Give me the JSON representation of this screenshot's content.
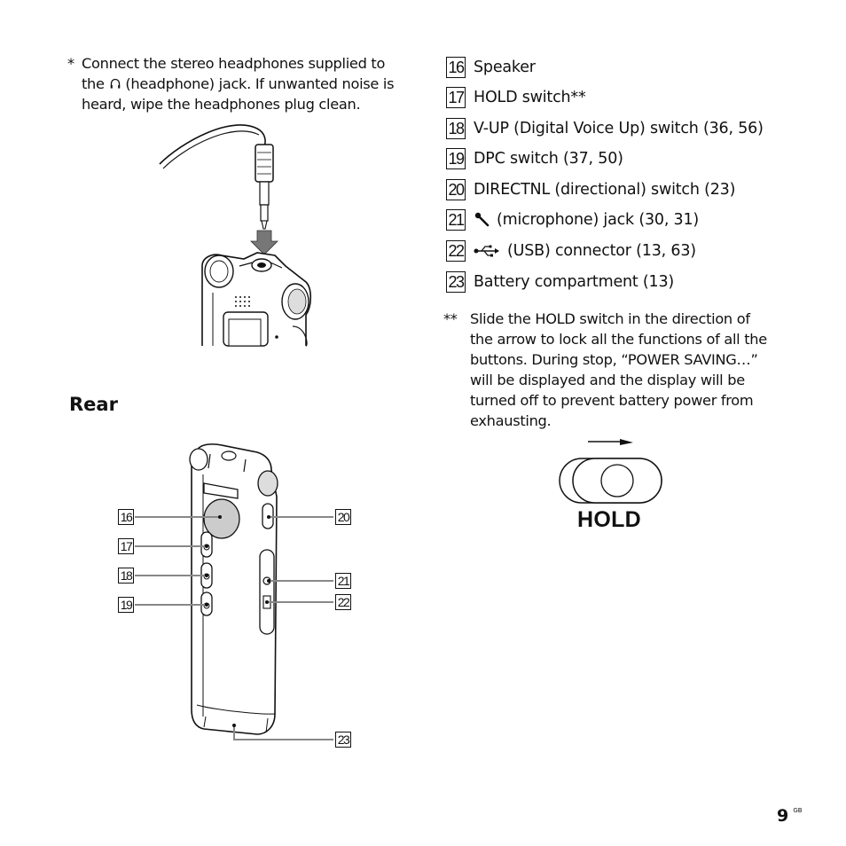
{
  "footnote_headphones": {
    "marker": "*",
    "line1": "Connect the stereo headphones supplied to",
    "line2_pre": "the",
    "line2_post": "(headphone) jack. If unwanted noise is",
    "line3": "heard, wipe the headphones plug clean."
  },
  "rear_heading": "Rear",
  "items": [
    {
      "num": "16",
      "text": "Speaker"
    },
    {
      "num": "17",
      "text": "HOLD switch**"
    },
    {
      "num": "18",
      "text": "V-UP (Digital Voice Up) switch (36, 56)"
    },
    {
      "num": "19",
      "text": "DPC switch (37, 50)"
    },
    {
      "num": "20",
      "text": "DIRECTNL (directional) switch (23)"
    },
    {
      "num": "21",
      "text": "(microphone) jack (30, 31)",
      "icon": "microphone-icon"
    },
    {
      "num": "22",
      "text": "(USB) connector (13, 63)",
      "icon": "usb-icon"
    },
    {
      "num": "23",
      "text": "Battery compartment (13)"
    }
  ],
  "hold_note": {
    "marker": "**",
    "lines": [
      "Slide the HOLD switch in the direction of",
      "the arrow to lock all the functions of all the",
      "buttons. During stop, “POWER SAVING…”",
      "will be displayed and the display will be",
      "turned off to prevent battery power from",
      "exhausting."
    ]
  },
  "hold_label": "HOLD",
  "callouts": {
    "c16": "16",
    "c17": "17",
    "c18": "18",
    "c19": "19",
    "c20": "20",
    "c21": "21",
    "c22": "22",
    "c23": "23"
  },
  "page": {
    "number": "9",
    "suffix": "GB"
  }
}
